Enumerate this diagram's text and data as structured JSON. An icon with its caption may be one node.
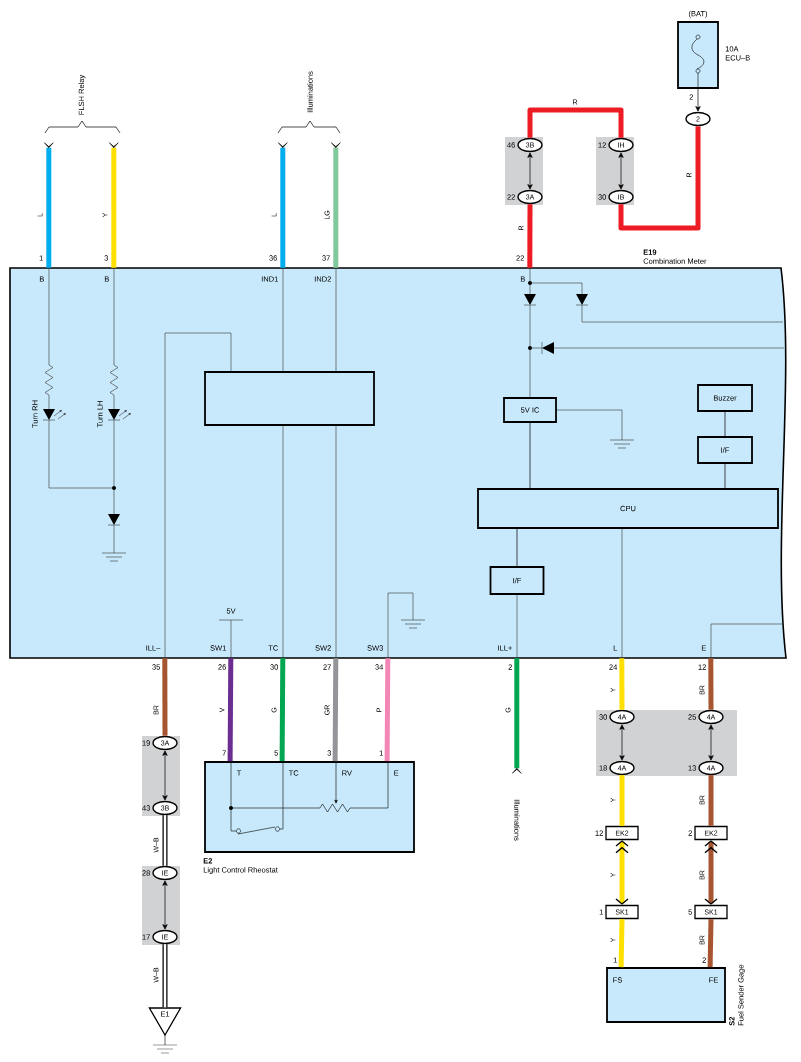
{
  "diagram": {
    "nodes": [
      {
        "text": [
          "(BAT)"
        ],
        "beside": [
          "10A ECU–B"
        ]
      },
      {
        "text": [
          "2"
        ]
      },
      {
        "text": [
          "IH"
        ],
        "beside": [
          "12"
        ]
      },
      {
        "text": [
          "IB"
        ],
        "beside": [
          "30"
        ]
      },
      {
        "text": [
          "3B"
        ],
        "beside": [
          "46"
        ]
      },
      {
        "text": [
          "3A"
        ],
        "beside": [
          "22"
        ]
      },
      {
        "text": [
          "E19",
          "Combination Meter"
        ]
      },
      {
        "text": [],
        "shape": "box",
        "in": 6
      },
      {
        "text": [
          "5V IC"
        ],
        "in": 6
      },
      {
        "text": [
          "Buzzer"
        ],
        "in": 6
      },
      {
        "text": [
          "I/F"
        ],
        "in": 6
      },
      {
        "text": [
          "CPU"
        ],
        "in": 6
      },
      {
        "text": [
          "I/F"
        ],
        "in": 6
      },
      {
        "text": [
          "FLSH Relay"
        ]
      },
      {
        "text": [
          "Illuminations"
        ]
      },
      {
        "text": [
          "3A"
        ],
        "beside": [
          "19"
        ]
      },
      {
        "text": [
          "3B"
        ],
        "beside": [
          "43"
        ]
      },
      {
        "text": [
          "IE"
        ],
        "beside": [
          "28"
        ]
      },
      {
        "text": [
          "IE"
        ],
        "beside": [
          "17"
        ]
      },
      {
        "text": [
          "E1"
        ]
      },
      {
        "text": [
          "E2",
          "Light Control Rheostat"
        ]
      },
      {
        "text": [
          "Illuminations"
        ]
      },
      {
        "text": [
          "4A"
        ],
        "beside": [
          "30"
        ]
      },
      {
        "text": [
          "4A"
        ],
        "beside": [
          "18"
        ]
      },
      {
        "text": [
          "4A"
        ],
        "beside": [
          "25"
        ]
      },
      {
        "text": [
          "4A"
        ],
        "beside": [
          "13"
        ]
      },
      {
        "text": [
          "EK2"
        ],
        "beside": [
          "12"
        ]
      },
      {
        "text": [
          "EK2"
        ],
        "beside": [
          "2"
        ]
      },
      {
        "text": [
          "SK1"
        ],
        "beside": [
          "1"
        ]
      },
      {
        "text": [
          "SK1"
        ],
        "beside": [
          "5"
        ]
      },
      {
        "text": [
          "S2",
          "Fuel Sender Gage"
        ]
      }
    ],
    "edges": [
      {
        "from": 0,
        "to": 1,
        "arrow": "to"
      },
      {
        "from": 1,
        "to": 3,
        "arrow": "none",
        "label": "R",
        "color": "#ed1c24"
      },
      {
        "from": 3,
        "to": 2,
        "arrow": "both"
      },
      {
        "from": 2,
        "to": 4,
        "arrow": "none",
        "label": "R",
        "color": "#ed1c24"
      },
      {
        "from": 4,
        "to": 5,
        "arrow": "both"
      },
      {
        "from": 5,
        "to": 6,
        "arrow": "none",
        "label": "R",
        "color": "#ed1c24"
      },
      {
        "from": 6,
        "to": 13,
        "arrow": "other",
        "label": "L",
        "color": "#00aeef"
      },
      {
        "from": 6,
        "to": 13,
        "arrow": "other",
        "label": "Y",
        "color": "#ffe000"
      },
      {
        "from": 6,
        "to": 14,
        "arrow": "other",
        "label": "L",
        "color": "#00aeef"
      },
      {
        "from": 6,
        "to": 14,
        "arrow": "other",
        "label": "LG",
        "color": "#80c99a"
      },
      {
        "from": 8,
        "to": 11,
        "arrow": "none"
      },
      {
        "from": 9,
        "to": 10,
        "arrow": "none"
      },
      {
        "from": 10,
        "to": 11,
        "arrow": "none"
      },
      {
        "from": 11,
        "to": 12,
        "arrow": "none"
      },
      {
        "from": 6,
        "to": 15,
        "arrow": "none",
        "label": "BR",
        "color": "#a65530"
      },
      {
        "from": 15,
        "to": 16,
        "arrow": "both"
      },
      {
        "from": 16,
        "to": 17,
        "arrow": "none",
        "label": "W–B",
        "color": "#000000"
      },
      {
        "from": 17,
        "to": 18,
        "arrow": "both"
      },
      {
        "from": 18,
        "to": 19,
        "arrow": "none",
        "label": "W–B",
        "color": "#000000"
      },
      {
        "from": 6,
        "to": 20,
        "arrow": "none",
        "label": "V",
        "color": "#6b2d90"
      },
      {
        "from": 6,
        "to": 20,
        "arrow": "none",
        "label": "G",
        "color": "#00a651"
      },
      {
        "from": 6,
        "to": 20,
        "arrow": "none",
        "label": "GR",
        "color": "#939598"
      },
      {
        "from": 6,
        "to": 20,
        "arrow": "none",
        "label": "P",
        "color": "#f287b7"
      },
      {
        "from": 6,
        "to": 21,
        "arrow": "other",
        "label": "G",
        "color": "#00a651"
      },
      {
        "from": 6,
        "to": 22,
        "arrow": "none",
        "label": "Y",
        "color": "#ffe000"
      },
      {
        "from": 22,
        "to": 23,
        "arrow": "both"
      },
      {
        "from": 23,
        "to": 26,
        "arrow": "none",
        "label": "Y",
        "color": "#ffe000"
      },
      {
        "from": 26,
        "to": 28,
        "arrow": "both",
        "label": "Y",
        "color": "#ffe000"
      },
      {
        "from": 28,
        "to": 30,
        "arrow": "none",
        "label": "Y",
        "color": "#ffe000"
      },
      {
        "from": 6,
        "to": 24,
        "arrow": "none",
        "label": "BR",
        "color": "#a65530"
      },
      {
        "from": 24,
        "to": 25,
        "arrow": "both"
      },
      {
        "from": 25,
        "to": 27,
        "arrow": "none",
        "label": "BR",
        "color": "#a65530"
      },
      {
        "from": 27,
        "to": 29,
        "arrow": "both",
        "label": "BR",
        "color": "#a65530"
      },
      {
        "from": 29,
        "to": 30,
        "arrow": "none",
        "label": "BR",
        "color": "#a65530"
      }
    ],
    "labels": [
      "1",
      "3",
      "36",
      "37",
      "2",
      "22",
      "B",
      "B",
      "IND1",
      "IND2",
      "B",
      "Turn RH",
      "Turn LH",
      "5V",
      "ILL–",
      "SW1",
      "TC",
      "SW2",
      "SW3",
      "ILL+",
      "L",
      "E",
      "35",
      "26",
      "30",
      "27",
      "34",
      "2",
      "24",
      "12",
      "7",
      "5",
      "3",
      "1",
      "T",
      "TC",
      "RV",
      "E",
      "1",
      "2",
      "FS",
      "FE"
    ]
  }
}
